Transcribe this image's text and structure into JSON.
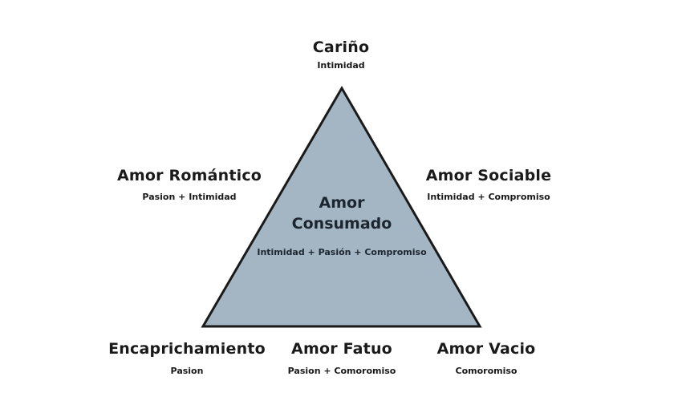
{
  "diagram": {
    "triangle_fill": "#a4b6c3",
    "triangle_stroke": "#1a1a1a",
    "top": {
      "title": "Cariño",
      "subtitle": "Intimidad"
    },
    "center": {
      "title_line1": "Amor",
      "title_line2": "Consumado",
      "subtitle": "Intimidad + Pasión + Compromiso"
    },
    "left": {
      "title": "Amor Romántico",
      "subtitle": "Pasion + Intimidad"
    },
    "right": {
      "title": "Amor Sociable",
      "subtitle": "Intimidad + Compromiso"
    },
    "bottom_left": {
      "title": "Encaprichamiento",
      "subtitle": "Pasion"
    },
    "bottom_center": {
      "title": "Amor Fatuo",
      "subtitle": "Pasion + Comoromiso"
    },
    "bottom_right": {
      "title": "Amor Vacio",
      "subtitle": "Comoromiso"
    }
  }
}
